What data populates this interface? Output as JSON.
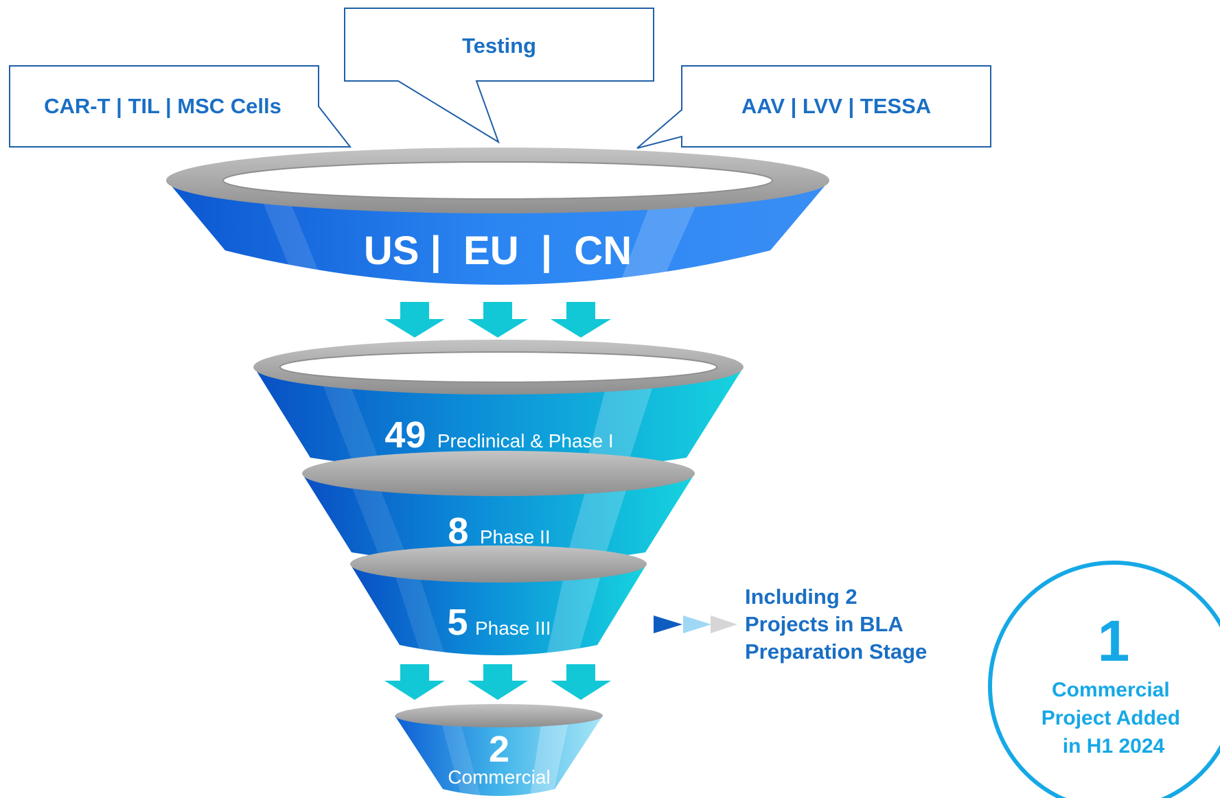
{
  "callouts": {
    "left": "CAR-T | TIL | MSC Cells",
    "center": "Testing",
    "right": "AAV | LVV | TESSA"
  },
  "funnel": {
    "top_label": "US |  EU  |  CN",
    "stages": [
      {
        "count": "49",
        "label": "Preclinical & Phase I"
      },
      {
        "count": "8",
        "label": "Phase II"
      },
      {
        "count": "5",
        "label": "Phase III"
      },
      {
        "count": "2",
        "label": "Commercial"
      }
    ]
  },
  "note": {
    "lines": [
      "Including 2",
      "Projects in BLA",
      "Preparation Stage"
    ]
  },
  "badge": {
    "number": "1",
    "lines": [
      "Commercial",
      "Project Added",
      "in H1 2024"
    ]
  },
  "colors": {
    "callout_text": "#1a6fc4",
    "callout_border": "#1f5fa8",
    "funnel_dark": "#0a53c8",
    "funnel_light": "#18d6e0",
    "rim": "#9b9b9b",
    "arrow": "#12c8d6",
    "badge": "#16a8e6"
  }
}
